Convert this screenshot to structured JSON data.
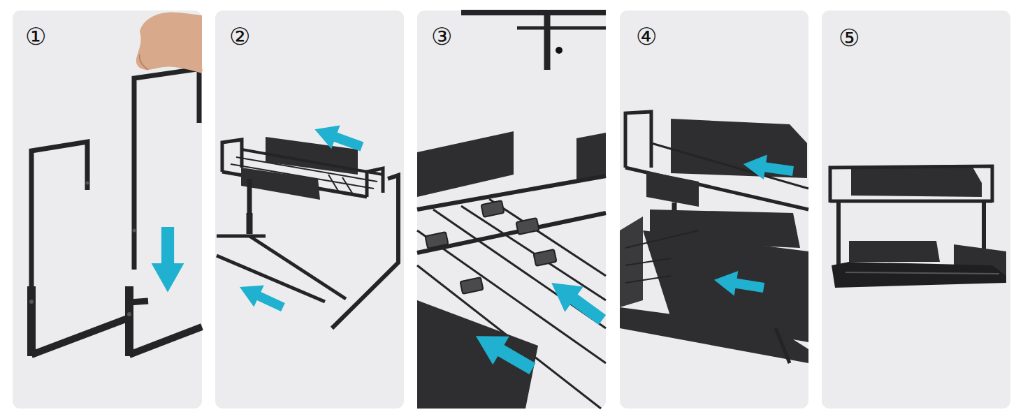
{
  "diagram": {
    "nodes": [
      {
        "text": [
          "①"
        ]
      },
      {
        "text": [
          "②"
        ]
      },
      {
        "text": [
          "③"
        ]
      },
      {
        "text": [
          "④"
        ]
      },
      {
        "text": [
          "⑤"
        ]
      }
    ]
  }
}
